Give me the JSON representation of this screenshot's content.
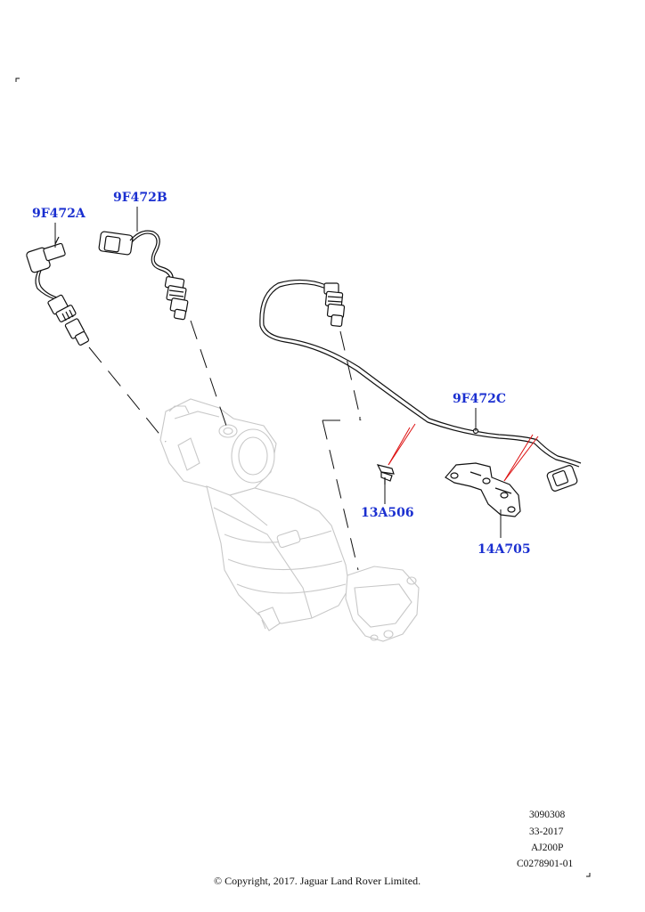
{
  "parts": [
    {
      "id": "9F472A",
      "label": "9F472A"
    },
    {
      "id": "9F472B",
      "label": "9F472B"
    },
    {
      "id": "9F472C",
      "label": "9F472C"
    },
    {
      "id": "13A506",
      "label": "13A506"
    },
    {
      "id": "14A705",
      "label": "14A705"
    }
  ],
  "meta": {
    "illustration_no": "3090308",
    "date_code": "33-2017",
    "engine_code": "AJ200P",
    "drawing_ref": "C0278901-01"
  },
  "copyright": "© Copyright, 2017. Jaguar Land Rover Limited.",
  "colors": {
    "callout": "#1a2fd0",
    "leader_highlight": "#dd1111",
    "ghost_part": "#c8c8c8"
  }
}
